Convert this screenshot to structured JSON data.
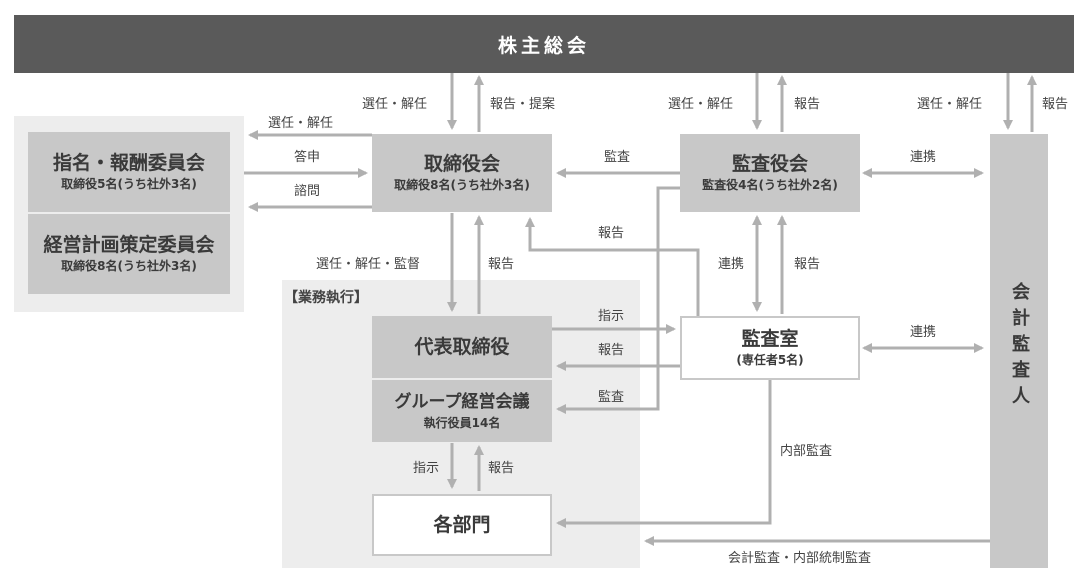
{
  "shareholders_meeting": "株主総会",
  "committees": {
    "nomination": {
      "title": "指名・報酬委員会",
      "members": "取締役5名(うち社外3名)"
    },
    "planning": {
      "title": "経営計画策定委員会",
      "members": "取締役8名(うち社外3名)"
    }
  },
  "board": {
    "title": "取締役会",
    "members": "取締役8名(うち社外3名)"
  },
  "audit_board": {
    "title": "監査役会",
    "members": "監査役4名(うち社外2名)"
  },
  "execution_label": "【業務執行】",
  "ceo": {
    "title": "代表取締役"
  },
  "group_meeting": {
    "title": "グループ経営会議",
    "members": "執行役員14名"
  },
  "departments": {
    "title": "各部門"
  },
  "audit_office": {
    "title": "監査室",
    "members": "(専任者5名)"
  },
  "accounting_auditor": "会計監査人",
  "labels": {
    "elect_dismiss_1": "選任・解任",
    "report_propose": "報告・提案",
    "elect_dismiss_2": "選任・解任",
    "report_1": "報告",
    "elect_dismiss_3": "選任・解任",
    "report_2": "報告",
    "elect_dismiss_4": "選任・解任",
    "report_answer": "答申",
    "consult": "諮問",
    "audit_1": "監査",
    "cooperate_1": "連携",
    "report_3": "報告",
    "elect_dismiss_supervise": "選任・解任・監督",
    "report_4": "報告",
    "cooperate_2": "連携",
    "report_5": "報告",
    "instruct_1": "指示",
    "report_6": "報告",
    "audit_2": "監査",
    "cooperate_3": "連携",
    "instruct_2": "指示",
    "report_7": "報告",
    "internal_audit": "内部監査",
    "accounting_internal_audit": "会計監査・内部統制監査"
  }
}
